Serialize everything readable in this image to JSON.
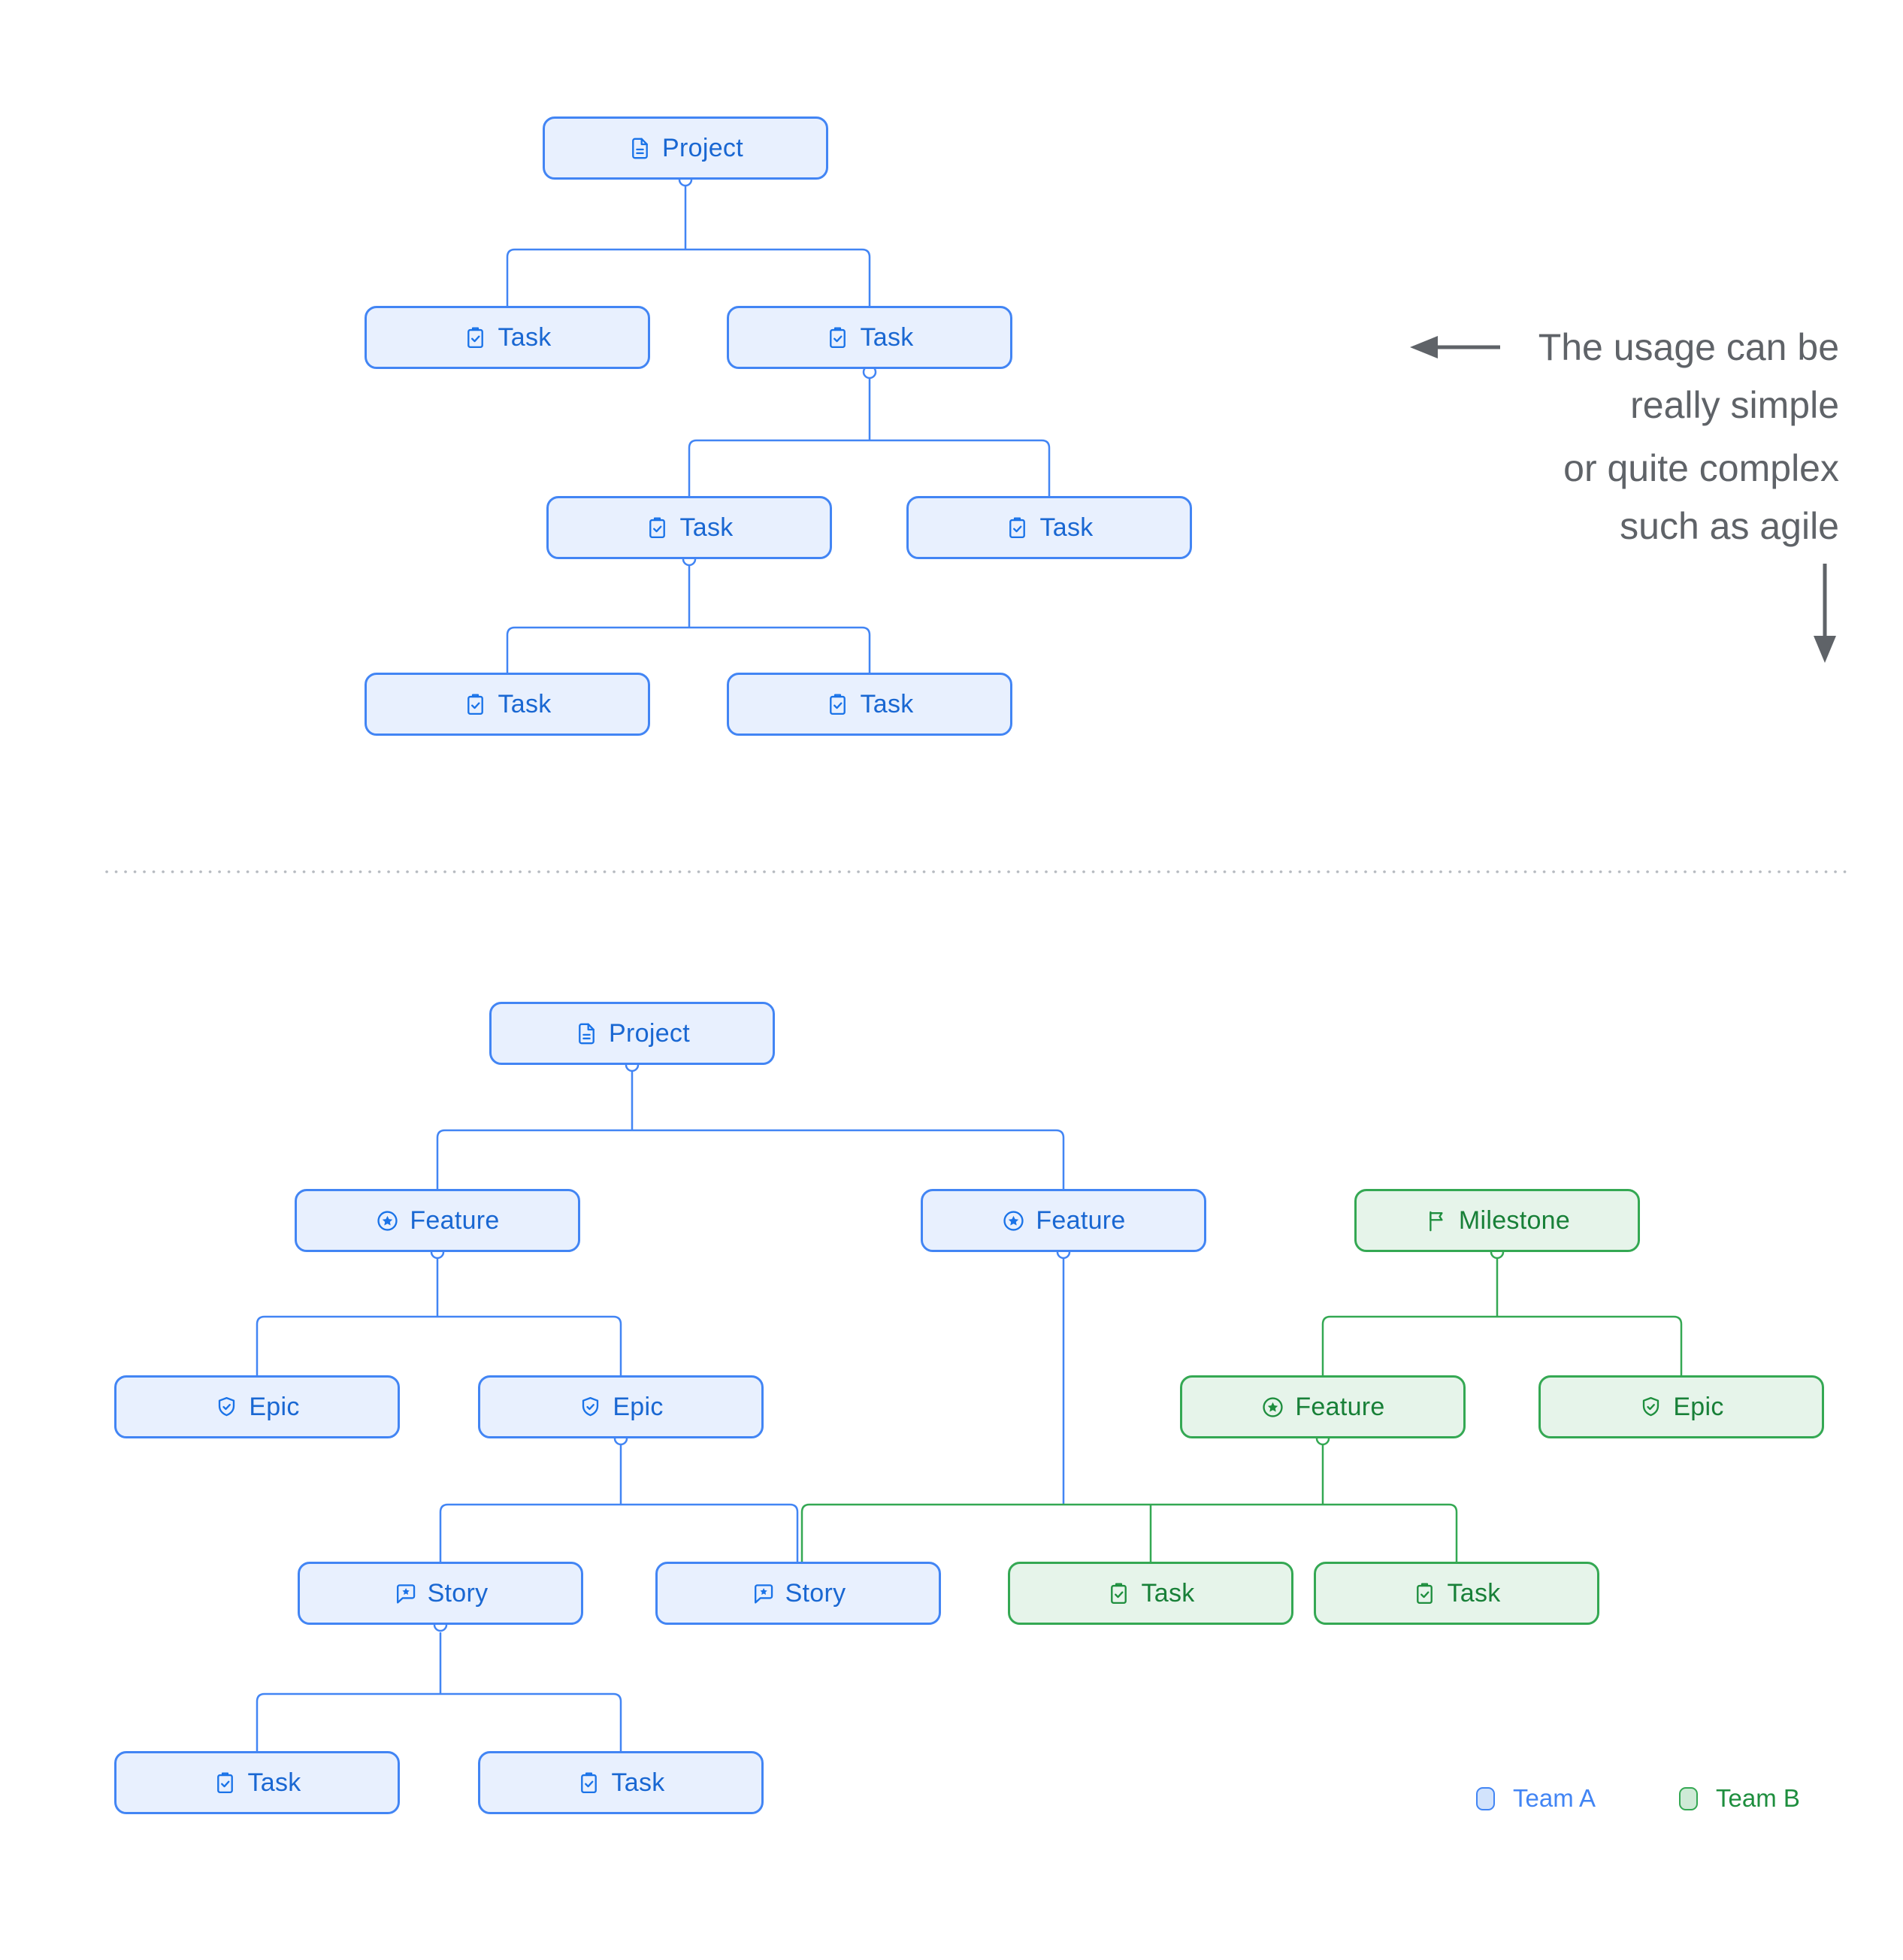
{
  "colors": {
    "team_a_border": "#4285f4",
    "team_a_fill": "#e8f0fe",
    "team_a_text": "#1967d2",
    "team_b_border": "#34a853",
    "team_b_fill": "#e6f4ea",
    "team_b_text": "#188038",
    "annotation_text": "#5f6368",
    "divider_dots": "#b6bac0"
  },
  "annotation": {
    "para1_line1": "The usage can be",
    "para1_line2": "really simple",
    "para2_line1": "or quite complex",
    "para2_line2": "such as agile"
  },
  "legend": {
    "team_a_label": "Team A",
    "team_b_label": "Team B"
  },
  "simple_tree": {
    "title": "simple usage hierarchy",
    "nodes": [
      {
        "label": "Project",
        "icon": "document-icon",
        "team": "Team A"
      },
      {
        "label": "Task",
        "icon": "task-icon",
        "team": "Team A"
      },
      {
        "label": "Task",
        "icon": "task-icon",
        "team": "Team A"
      },
      {
        "label": "Task",
        "icon": "task-icon",
        "team": "Team A"
      },
      {
        "label": "Task",
        "icon": "task-icon",
        "team": "Team A"
      },
      {
        "label": "Task",
        "icon": "task-icon",
        "team": "Team A"
      },
      {
        "label": "Task",
        "icon": "task-icon",
        "team": "Team A"
      }
    ]
  },
  "complex_tree": {
    "title": "complex agile hierarchy",
    "nodes": [
      {
        "label": "Project",
        "icon": "document-icon",
        "team": "Team A"
      },
      {
        "label": "Feature",
        "icon": "feature-icon",
        "team": "Team A"
      },
      {
        "label": "Feature",
        "icon": "feature-icon",
        "team": "Team A"
      },
      {
        "label": "Milestone",
        "icon": "flag-icon",
        "team": "Team B"
      },
      {
        "label": "Epic",
        "icon": "epic-icon",
        "team": "Team A"
      },
      {
        "label": "Epic",
        "icon": "epic-icon",
        "team": "Team A"
      },
      {
        "label": "Feature",
        "icon": "feature-icon",
        "team": "Team B"
      },
      {
        "label": "Epic",
        "icon": "epic-icon",
        "team": "Team B"
      },
      {
        "label": "Story",
        "icon": "story-icon",
        "team": "Team A"
      },
      {
        "label": "Story",
        "icon": "story-icon",
        "team": "Team A"
      },
      {
        "label": "Task",
        "icon": "task-icon",
        "team": "Team B"
      },
      {
        "label": "Task",
        "icon": "task-icon",
        "team": "Team B"
      },
      {
        "label": "Task",
        "icon": "task-icon",
        "team": "Team A"
      },
      {
        "label": "Task",
        "icon": "task-icon",
        "team": "Team A"
      }
    ]
  }
}
